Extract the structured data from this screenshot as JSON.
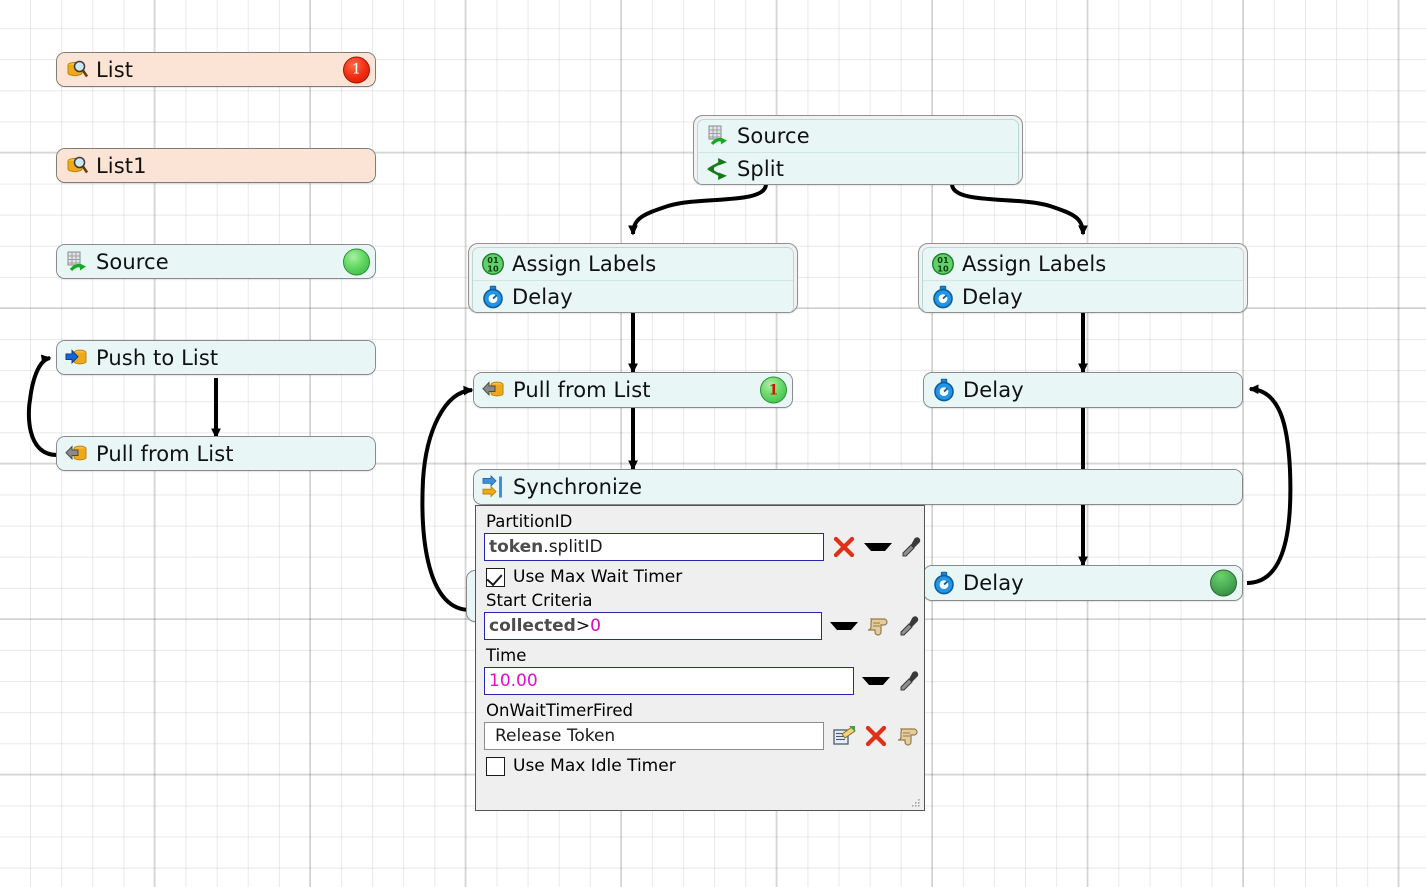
{
  "app": {
    "canvas_label": "process-flow-canvas"
  },
  "nodes": [
    {
      "id": "list",
      "label": "List",
      "icon": "list-search-icon",
      "badge": {
        "text": "1",
        "style": "red"
      }
    },
    {
      "id": "list1",
      "label": "List1",
      "icon": "list-search-icon",
      "badge": null
    },
    {
      "id": "source-left",
      "label": "Source",
      "icon": "source-icon",
      "badge": {
        "text": "",
        "style": "green"
      }
    },
    {
      "id": "push-to-list",
      "label": "Push to List",
      "icon": "push-to-list-icon",
      "badge": null
    },
    {
      "id": "pull-from-list-left",
      "label": "Pull from List",
      "icon": "pull-from-list-icon",
      "badge": null
    },
    {
      "id": "source-top",
      "label": "Source",
      "icon": "source-icon",
      "badge": null
    },
    {
      "id": "split-top",
      "label": "Split",
      "icon": "split-icon",
      "badge": null
    },
    {
      "id": "assign-labels-1",
      "label": "Assign Labels",
      "icon": "assign-labels-icon",
      "badge": null
    },
    {
      "id": "delay-1",
      "label": "Delay",
      "icon": "delay-icon",
      "badge": null
    },
    {
      "id": "assign-labels-2",
      "label": "Assign Labels",
      "icon": "assign-labels-icon",
      "badge": null
    },
    {
      "id": "delay-2",
      "label": "Delay",
      "icon": "delay-icon",
      "badge": null
    },
    {
      "id": "pull-from-list-center",
      "label": "Pull from List",
      "icon": "pull-from-list-icon",
      "badge": {
        "text": "1",
        "style": "greennum"
      }
    },
    {
      "id": "delay-right-1",
      "label": "Delay",
      "icon": "delay-icon",
      "badge": null
    },
    {
      "id": "synchronize",
      "label": "Synchronize",
      "icon": "synchronize-icon",
      "badge": null
    },
    {
      "id": "delay-right-2",
      "label": "Delay",
      "icon": "delay-icon",
      "badge": {
        "text": "",
        "style": "darkgreen"
      }
    }
  ],
  "panel": {
    "partition_id": {
      "label": "PartitionID",
      "value_prefix": "token",
      "value_suffix": ".splitID",
      "icons": [
        "clear-x-icon",
        "dropdown-caret-icon",
        "eyedropper-icon"
      ]
    },
    "use_max_wait_timer": {
      "label": "Use Max Wait Timer",
      "checked": true
    },
    "start_criteria": {
      "label": "Start Criteria",
      "value_name": "collected",
      "value_op": " > ",
      "value_num": "0",
      "icons": [
        "dropdown-caret-icon",
        "script-icon",
        "eyedropper-icon"
      ]
    },
    "time": {
      "label": "Time",
      "value": "10.00",
      "icons": [
        "dropdown-caret-icon",
        "eyedropper-icon"
      ]
    },
    "on_wait_timer_fired": {
      "label": "OnWaitTimerFired",
      "value": "Release Token",
      "icons": [
        "edit-properties-icon",
        "clear-x-icon",
        "script-icon"
      ]
    },
    "use_max_idle_timer": {
      "label": "Use Max Idle Timer",
      "checked": false
    },
    "resize_grip": "resize-grip"
  },
  "colors": {
    "node_fill": "#e8f7f6",
    "list_fill": "#fbe4d6",
    "panel_bg": "#efefef",
    "field_border": "#2626b0",
    "accent_red": "#ef2a10",
    "accent_green": "#33b33f",
    "magenta": "#e40ecf"
  }
}
